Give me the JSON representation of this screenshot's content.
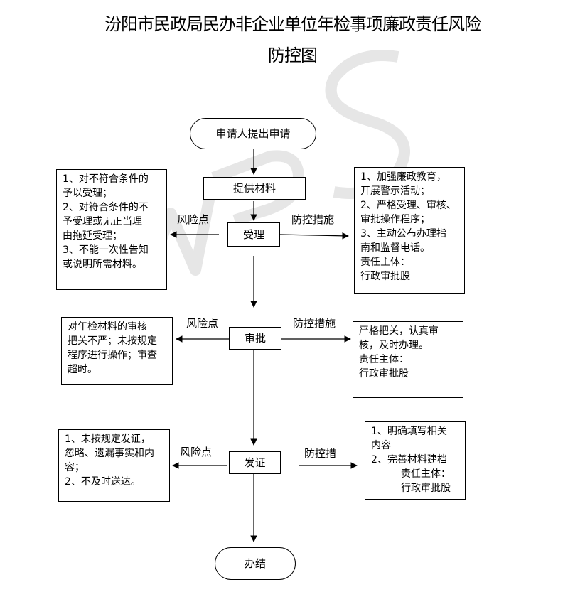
{
  "title": {
    "line1": "汾阳市民政局民办非企业单位年检事项廉政责任风险",
    "line2": "防控图"
  },
  "watermark": {
    "text": "WPS",
    "color": "#e6e6e6"
  },
  "nodes": {
    "start": "申请人提出申请",
    "materials": "提供材料",
    "accept": "受理",
    "approve": "审批",
    "issue": "发证",
    "end": "办结"
  },
  "labels": {
    "risk1": "风险点",
    "measure1": "防控措施",
    "risk2": "风险点",
    "measure2": "防控措施",
    "risk3": "风险点",
    "measure3": "防控措"
  },
  "risk_boxes": {
    "accept": [
      "1、对不符合条件的",
      "予以受理；",
      "2、对符合条件的不",
      "予受理或无正当理",
      "由拖延受理；",
      "3、不能一次性告知",
      "或说明所需材料。"
    ],
    "approve": [
      "对年检材料的审核",
      "把关不严；未按规定",
      "程序进行操作；审查",
      "超时。"
    ],
    "issue": [
      "1、未按规定发证，",
      "忽略、遗漏事实和内",
      "容；",
      "2、不及时送达。"
    ]
  },
  "measure_boxes": {
    "accept": [
      "1、加强廉政教育，",
      "开展警示活动；",
      "2、严格受理、审核、",
      "审批操作程序；",
      "3、主动公布办理指",
      "南和监督电话。",
      "责任主体：",
      "行政审批股"
    ],
    "approve": [
      "严格把关，认真审",
      "核，及时办理。",
      "责任主体：",
      "行政审批股"
    ],
    "issue": [
      "1、明确填写相关",
      "内容",
      "2、完善材料建档",
      "责任主体：",
      "行政审批股"
    ]
  }
}
